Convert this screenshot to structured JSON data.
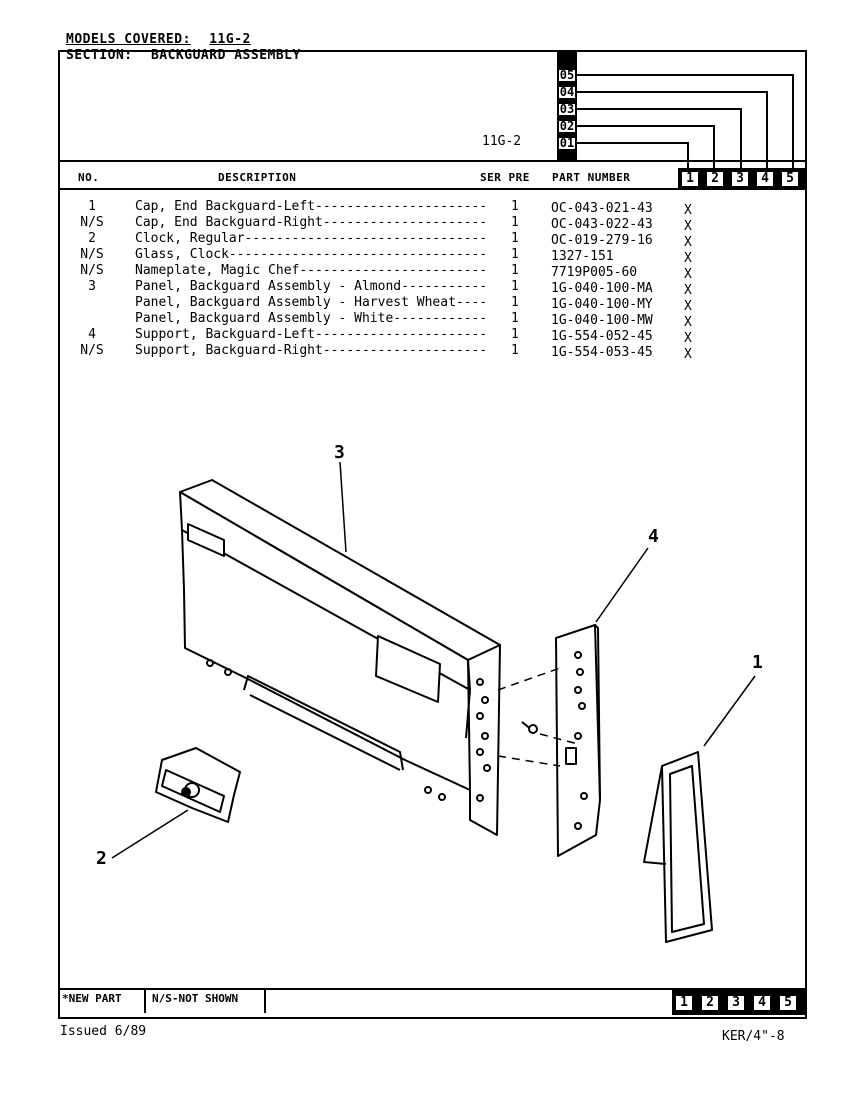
{
  "header": {
    "models_covered_label": "MODELS COVERED:",
    "models_covered_value": "11G-2",
    "section_label": "SECTION:",
    "section_value": "BACKGUARD ASSEMBLY",
    "model_code": "11G-2"
  },
  "codes": [
    "05",
    "04",
    "03",
    "02",
    "01"
  ],
  "columns": {
    "no": "NO.",
    "description": "DESCRIPTION",
    "ser_pre": "SER PRE",
    "part_number": "PART NUMBER"
  },
  "column_numbers": [
    "1",
    "2",
    "3",
    "4",
    "5"
  ],
  "parts": [
    {
      "no": "1",
      "desc": "Cap, End Backguard-Left----------------------",
      "qty": "1",
      "part": "OC-043-021-43",
      "mark": "X"
    },
    {
      "no": "N/S",
      "desc": "Cap, End Backguard-Right---------------------",
      "qty": "1",
      "part": "OC-043-022-43",
      "mark": "X"
    },
    {
      "no": "2",
      "desc": "Clock, Regular-------------------------------",
      "qty": "1",
      "part": "OC-019-279-16",
      "mark": "X"
    },
    {
      "no": "N/S",
      "desc": "Glass, Clock---------------------------------",
      "qty": "1",
      "part": "1327-151",
      "mark": "X"
    },
    {
      "no": "N/S",
      "desc": "Nameplate, Magic Chef------------------------",
      "qty": "1",
      "part": "7719P005-60",
      "mark": "X"
    },
    {
      "no": "3",
      "desc": "Panel, Backguard Assembly - Almond-----------",
      "qty": "1",
      "part": "1G-040-100-MA",
      "mark": "X"
    },
    {
      "no": "",
      "desc": "Panel, Backguard Assembly - Harvest Wheat----",
      "qty": "1",
      "part": "1G-040-100-MY",
      "mark": "X"
    },
    {
      "no": "",
      "desc": "Panel, Backguard Assembly - White------------",
      "qty": "1",
      "part": "1G-040-100-MW",
      "mark": "X"
    },
    {
      "no": "4",
      "desc": "Support, Backguard-Left----------------------",
      "qty": "1",
      "part": "1G-554-052-45",
      "mark": "X"
    },
    {
      "no": "N/S",
      "desc": "Support, Backguard-Right---------------------",
      "qty": "1",
      "part": "1G-554-053-45",
      "mark": "X"
    }
  ],
  "callouts": {
    "c1": "1",
    "c2": "2",
    "c3": "3",
    "c4": "4"
  },
  "footer": {
    "new_part": "*NEW PART",
    "not_shown": "N/S-NOT SHOWN",
    "issued": "Issued 6/89",
    "ref": "KER/4\"-8"
  }
}
